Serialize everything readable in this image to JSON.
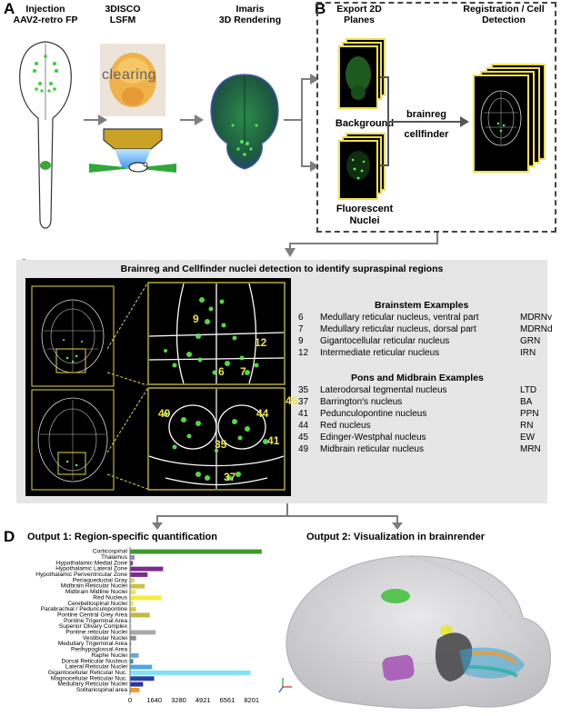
{
  "panels": {
    "A": "A",
    "B": "B",
    "C": "C",
    "D": "D"
  },
  "panelA": {
    "step1_title": "Injection\nAAV2-retro FP",
    "step2_title": "3DISCO\nLSFM",
    "clearing_text": "clearing",
    "step3_title": "Imaris\n3D Rendering"
  },
  "panelB": {
    "export_title": "Export 2D\nPlanes",
    "background_label": "Background",
    "fluorescent_label": "Fluorescent\nNuclei",
    "brainreg": "brainreg",
    "cellfinder": "cellfinder",
    "reg_title": "Registration / Cell\nDetection"
  },
  "panelC": {
    "title": "Brainreg and Cellfinder nuclei detection to identify supraspinal regions",
    "brainstem_heading": "Brainstem Examples",
    "brainstem": [
      {
        "num": "6",
        "name": "Medullary reticular nucleus, ventral part",
        "abbr": "MDRNv"
      },
      {
        "num": "7",
        "name": "Medullary reticular nucleus, dorsal part",
        "abbr": "MDRNd"
      },
      {
        "num": "9",
        "name": "Gigantocellular reticular nucleus",
        "abbr": "GRN"
      },
      {
        "num": "12",
        "name": "Intermediate reticular nucleus",
        "abbr": "IRN"
      }
    ],
    "pons_heading": "Pons and Midbrain Examples",
    "pons": [
      {
        "num": "35",
        "name": "Laterodorsal tegmental nucleus",
        "abbr": "LTD"
      },
      {
        "num": "37",
        "name": "Barrington's nucleus",
        "abbr": "BA"
      },
      {
        "num": "41",
        "name": "Pedunculopontine nucleus",
        "abbr": "PPN"
      },
      {
        "num": "44",
        "name": "Red nucleus",
        "abbr": "RN"
      },
      {
        "num": "45",
        "name": "Edinger-Westphal nucleus",
        "abbr": "EW"
      },
      {
        "num": "49",
        "name": "Midbrain reticular nucleus",
        "abbr": "MRN"
      }
    ],
    "top_zoom_labels": [
      "9",
      "12",
      "6",
      "7"
    ],
    "bottom_zoom_labels": [
      "45",
      "44",
      "49",
      "35",
      "41",
      "37"
    ]
  },
  "panelD": {
    "output1_title": "Output 1: Region-specific quantification",
    "output2_title": "Output 2: Visualization in brainrender"
  },
  "chart_data": {
    "type": "bar",
    "orientation": "horizontal",
    "categories": [
      "Corticospinal",
      "Thalamus",
      "Hypothalamic Medial Zone",
      "Hypothalamic Lateral Zone",
      "Hypothalamic Periventricular Zone",
      "Periaqueductal Gray",
      "Midbrain Reticular Nuclei",
      "Midbrain Midline Nuclei",
      "Red Nucleus",
      "Cerebellospinal Nuclei",
      "Parabrachial / Pedunculopontine",
      "Pontine Central Grey Area",
      "Pontine Trigeminal Area",
      "Superior Olivary Complex",
      "Pontine reticular Nuclei",
      "Vestibular Nuclei",
      "Medullary Trigeminal Area",
      "Perihypoglossal Area",
      "Raphe Nuclei",
      "Dorsal Reticular Nucleus",
      "Lateral Reticular Nuclei",
      "Gigantocellular Reticular Nuc.",
      "Magnocellular Reticular Nuc.",
      "Medullary Reticular Nuclei",
      "Solitariospinal area"
    ],
    "values": [
      8850,
      280,
      160,
      2200,
      1150,
      260,
      950,
      330,
      2100,
      180,
      380,
      1300,
      50,
      40,
      1700,
      380,
      30,
      30,
      550,
      180,
      1450,
      8100,
      1600,
      850,
      600
    ],
    "colors": [
      "#3e9a2a",
      "#9b87c3",
      "#8c3e9d",
      "#7b2c8f",
      "#7b2c8f",
      "#d8d65a",
      "#c8c34e",
      "#e6e36a",
      "#f4ee3a",
      "#e8e24a",
      "#d9cf43",
      "#bfb748",
      "#b5b5b5",
      "#c0c0c0",
      "#a9a9a9",
      "#8e8e8e",
      "#888888",
      "#a0a0a0",
      "#68a8d8",
      "#2e8bc8",
      "#4da5e6",
      "#7fe3f5",
      "#2940a8",
      "#2f3899",
      "#f29a2a"
    ],
    "xticks": [
      "0",
      "1640",
      "3280",
      "4921",
      "6561",
      "8201"
    ],
    "xlim": [
      0,
      9200
    ]
  }
}
